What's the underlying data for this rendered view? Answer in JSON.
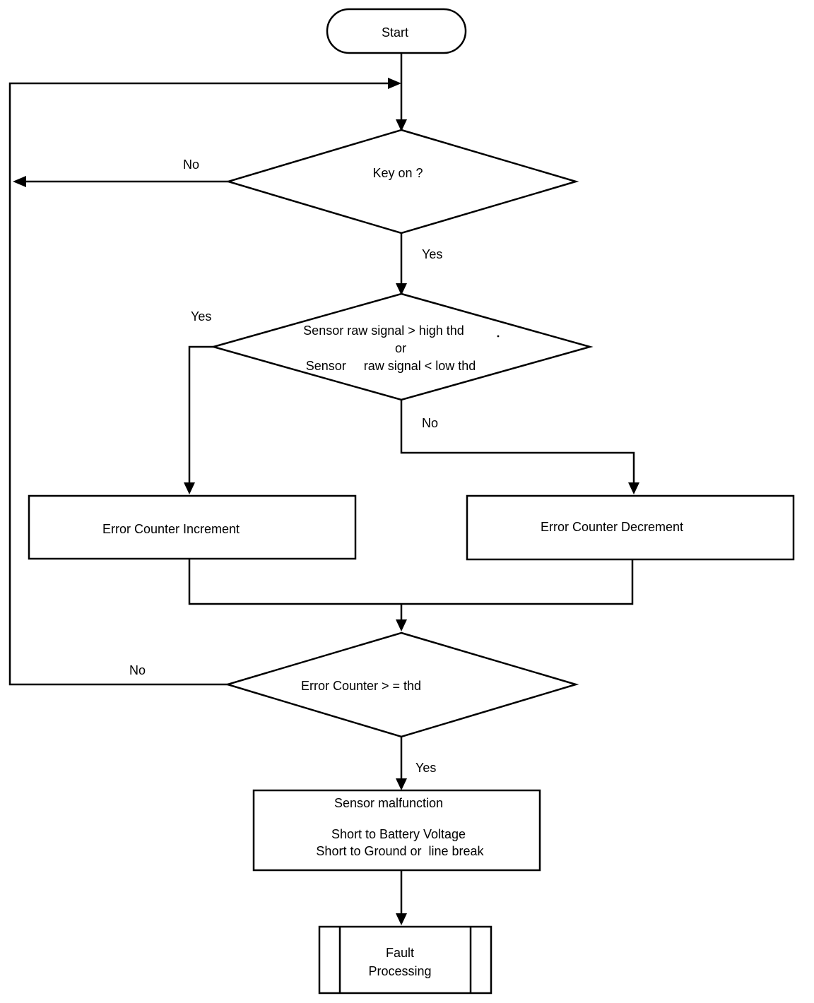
{
  "nodes": {
    "start": "Start",
    "key_on": "Key on ?",
    "sensor_check": {
      "line1": "Sensor raw signal > high thd",
      "line2": "or",
      "line3": "Sensor     raw signal < low thd"
    },
    "increment": "Error Counter Increment",
    "decrement": "Error Counter Decrement",
    "counter_check": "Error Counter > = thd",
    "malfunction": {
      "line1": "Sensor malfunction",
      "line2": "Short to Battery Voltage",
      "line3": "Short to Ground or  line break"
    },
    "fault": {
      "line1": "Fault",
      "line2": "Processing"
    }
  },
  "edges": {
    "key_on_no": "No",
    "key_on_yes": "Yes",
    "sensor_yes": "Yes",
    "sensor_no": "No",
    "counter_no": "No",
    "counter_yes": "Yes"
  }
}
